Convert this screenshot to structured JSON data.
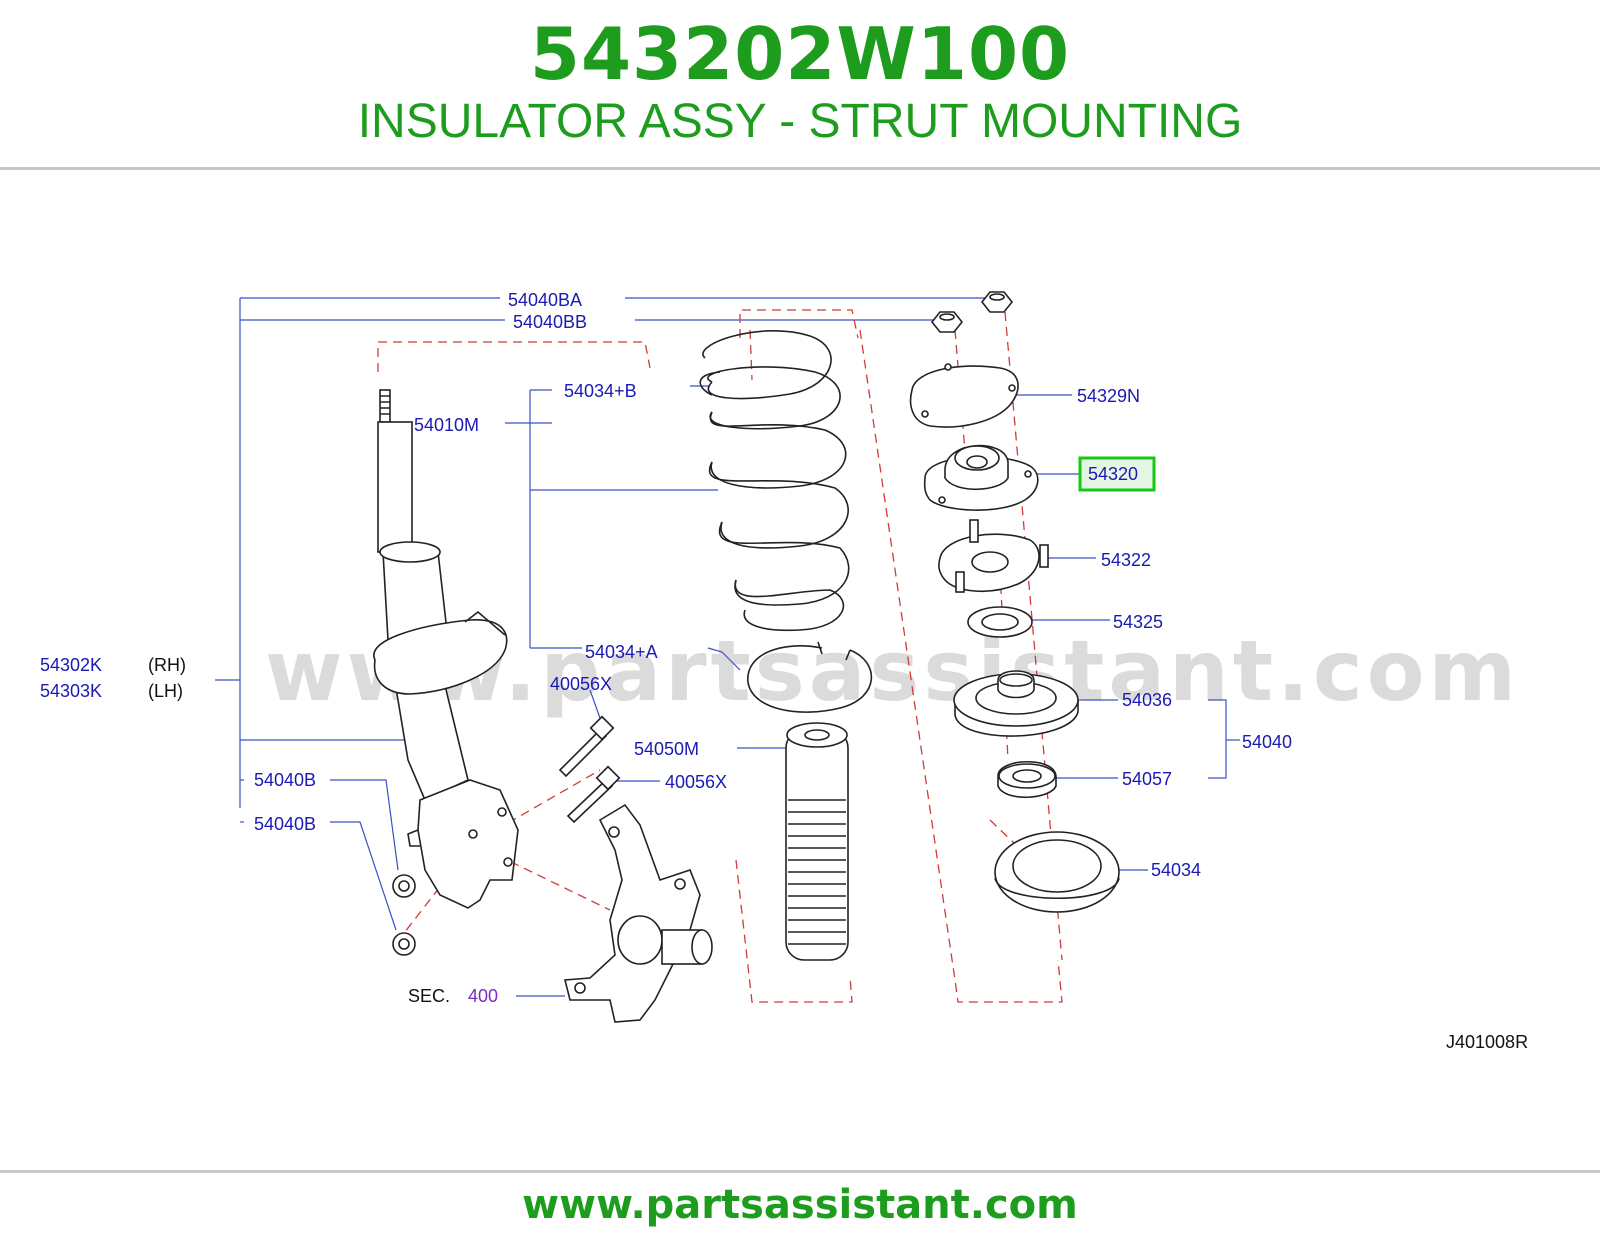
{
  "header": {
    "part_number": "543202W100",
    "part_name": "INSULATOR ASSY - STRUT MOUNTING"
  },
  "diagram": {
    "watermark": "www.partsassistant.com",
    "diagram_code": "J401008R",
    "sec_prefix": "SEC.",
    "sec_number": "400",
    "highlighted_part": "54320",
    "labels": {
      "l54040BA": "54040BA",
      "l54040BB": "54040BB",
      "l54034B": "54034+B",
      "l54010M": "54010M",
      "l54329N": "54329N",
      "l54320": "54320",
      "l54322": "54322",
      "l54325": "54325",
      "l54302K": "54302K",
      "lRH": "(RH)",
      "l54303K": "54303K",
      "lLH": "(LH)",
      "l54034A": "54034+A",
      "l40056X_a": "40056X",
      "l54036": "54036",
      "l54040": "54040",
      "l54050M": "54050M",
      "l40056X_b": "40056X",
      "l54057": "54057",
      "l54040B_a": "54040B",
      "l54040B_b": "54040B",
      "l54034": "54034"
    }
  },
  "footer": {
    "url": "www.partsassistant.com"
  },
  "colors": {
    "brand_green": "#1e9c1e",
    "label_blue": "#1a1ab4",
    "highlight_green": "#14c814",
    "dashed_red": "#d23a3a"
  }
}
